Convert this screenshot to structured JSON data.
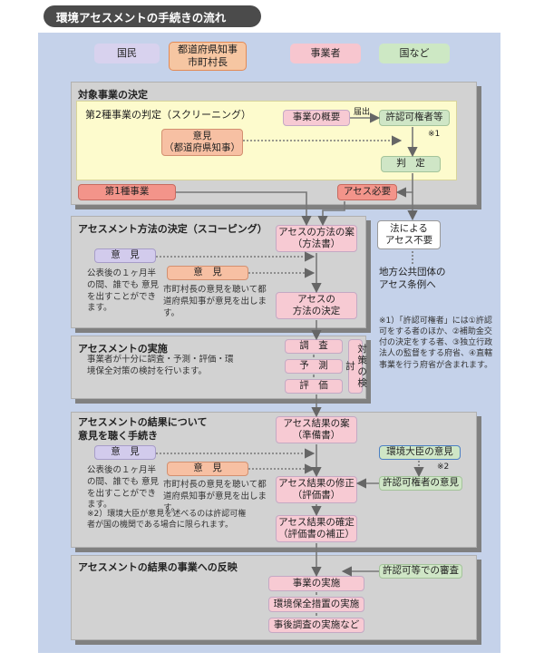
{
  "title": "環境アセスメントの手続きの流れ",
  "legend": {
    "citizen": "国民",
    "prefecture": "都道府県知事\n市町村長",
    "business": "事業者",
    "nation": "国など"
  },
  "section1": {
    "title": "対象事業の決定",
    "screening": "第2種事業の判定（スクリーニング）",
    "business_outline": "事業の概要",
    "report_label": "届出",
    "authority": "許認可権者等",
    "note_ref": "※1",
    "opinion": "意見\n（都道府県知事）",
    "judgment": "判　定",
    "type1": "第1種事業",
    "assess_needed": "アセス必要"
  },
  "not_needed": "法による\nアセス不要",
  "local_ordinance": "地方公共団体の\nアセス条例へ",
  "note1": "※1）「許認可権者」には①許認可をする者のほか、②補助金交付の決定をする者、③独立行政法人の監督をする府省、④直轄事業を行う府省が含まれます。",
  "section2": {
    "title": "アセスメント方法の決定（スコーピング）",
    "plan": "アセスの方法の案\n（方法書）",
    "citizen_opinion": "意　見",
    "citizen_text": "公表後の１ヶ月半の間、誰でも 意見を出すことができます。",
    "pref_opinion": "意　見",
    "pref_text": "市町村長の意見を聴いて都道府県知事が意見を出します。",
    "decision": "アセスの\n方法の決定"
  },
  "section3": {
    "title": "アセスメントの実施",
    "text": "事業者が十分に調査・予測・評価・環境保全対策の検討を行います。",
    "survey": "調　査",
    "predict": "予　測",
    "evaluate": "評　価",
    "measures": "対策の検討"
  },
  "section4": {
    "title": "アセスメントの結果について\n意見を聴く手続き",
    "draft": "アセス結果の案\n（準備書）",
    "citizen_opinion": "意　見",
    "citizen_text": "公表後の１ヶ月半の間、誰でも 意見を出すことができます。",
    "pref_opinion": "意　見",
    "pref_text": "市町村長の意見を聴いて都道府県知事が意見を出します。",
    "minister": "環境大臣の意見",
    "note_ref": "※2",
    "authority_opinion": "許認可権者の意見",
    "revision": "アセス結果の修正\n（評価書）",
    "note2": "※2）環境大臣が意見を述べるのは許認可権者が国の機関である場合に限られます。",
    "final": "アセス結果の確定\n（評価書の補正）"
  },
  "section5": {
    "title": "アセスメントの結果の事業への反映",
    "review": "許認可等での審査",
    "implement": "事業の実施",
    "conservation": "環境保全措置の実施",
    "followup": "事後調査の実施など"
  }
}
